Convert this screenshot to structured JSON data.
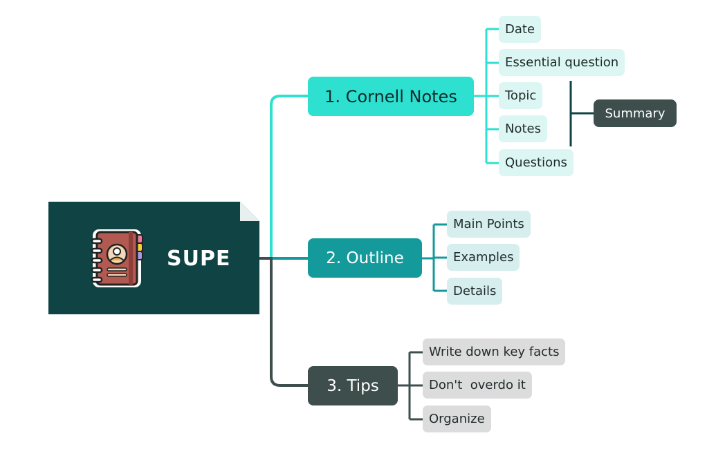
{
  "root": {
    "title": "SUPE",
    "icon": "address-book-icon"
  },
  "branches": [
    {
      "label": "1. Cornell Notes",
      "color": "#2de0d0",
      "leaves": [
        "Date",
        "Essential question",
        "Topic",
        "Notes",
        "Questions"
      ],
      "summary": "Summary"
    },
    {
      "label": "2. Outline",
      "color": "#159a9b",
      "leaves": [
        "Main Points",
        "Examples",
        "Details"
      ]
    },
    {
      "label": "3. Tips",
      "color": "#3d4e4d",
      "leaves": [
        "Write down key facts",
        "Don't  overdo it",
        "Organize"
      ]
    }
  ],
  "colors": {
    "root_bg": "#0f4344",
    "summary_bg": "#3d4e4d"
  }
}
